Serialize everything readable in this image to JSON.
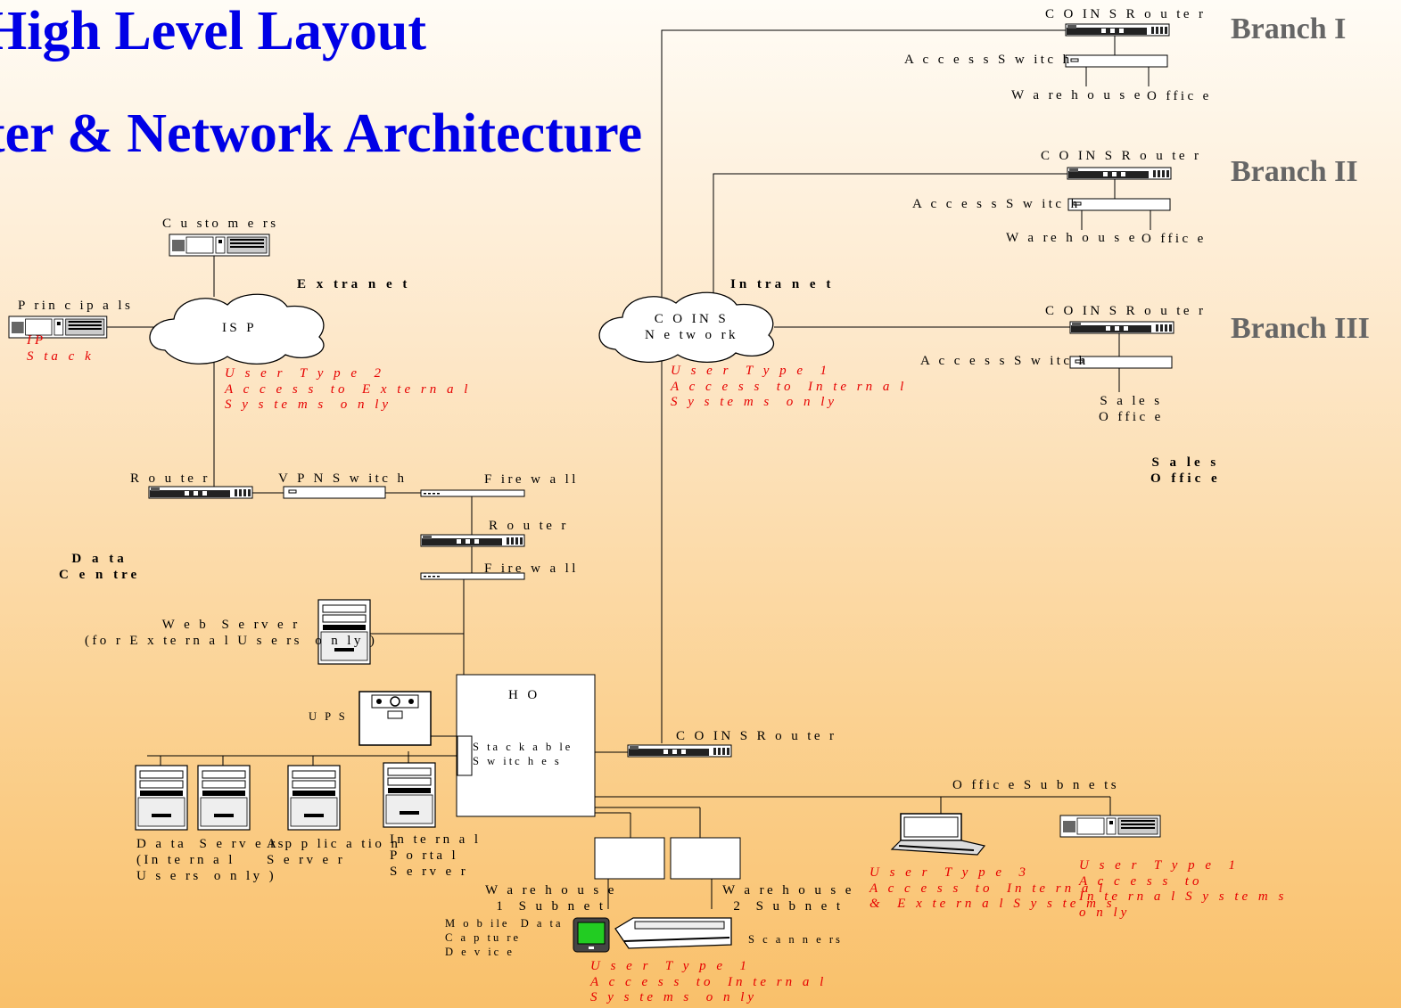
{
  "title": {
    "line1": "High Level Layout",
    "line2": "ter & Network Architecture"
  },
  "branches": [
    "Branch I",
    "Branch II",
    "Branch III"
  ],
  "labels": {
    "coins_router": "C O IN S  R o u te r",
    "access_switch": "A c c e s s  S w itc h",
    "warehouse": "W a re h o u s e",
    "office": "O ffic e",
    "sales_office": "S a le s\nO ffic e",
    "sales_office_bold": "S a le s\nO ffic e",
    "customers": "C u sto m e rs",
    "extranet": "E x tra n e t",
    "intranet": "In tra n e t",
    "principals": "P rin c ip a ls",
    "ip_stack": "IP\nS ta c k",
    "isp": "IS P",
    "coins_network": "C O IN S\nN e tw o rk",
    "router": "R o u te r",
    "vpn_switch": "V P N  S w itc h",
    "firewall": "F ire w a ll",
    "data_centre": "D a ta\nC e n tre",
    "web_server": "W e b  S e rv e r\n(fo r E x te rn a l U s e rs  o n ly )",
    "ups": "U P S",
    "ho": "H O",
    "stackable_switches": "S ta c k a b le\nS w itc h e s",
    "office_subnets": "O ffic e  S u b n e ts",
    "data_servers": "D a ta  S e rv e rs\n(In te rn a l\nU s e rs  o n ly )",
    "application_server": "A p p lic a tio n\nS e rv e r",
    "internal_portal_server": "In te rn a l\nP o rta l\nS e rv e r",
    "warehouse1_subnet": "W a re h o u s e\n1  S u b n e t",
    "warehouse2_subnet": "W a re h o u s e\n2  S u b n e t",
    "mobile_data": "M o b ile  D a ta\nC a p tu re\nD e v ic e",
    "scanners": "S c a n n e rs"
  },
  "user_notes": {
    "type2_external": "U s e r  T y p e  2\nA c c e s s  to  E x te rn a l\nS y s te m s  o n ly",
    "type1_internal": "U s e r  T y p e  1\nA c c e s s  to  In te rn a l\nS y s te m s  o n ly",
    "type3_both": "U s e r  T y p e  3\nA c c e s s  to  In te rn a l\n&  E x te rn a l S y s te m s",
    "type1_office": "U s e r  T y p e  1\nA c c e s s  to\nIn te rn a l S y s te m s\no n ly",
    "type1_mobile": "U s e r  T y p e  1\nA c c e s s  to  In te rn a l\nS y s te m s  o n ly"
  },
  "colors": {
    "title": "#0000e6",
    "branch": "#666666",
    "note": "#e60000",
    "device_screen": "#22cc22"
  }
}
